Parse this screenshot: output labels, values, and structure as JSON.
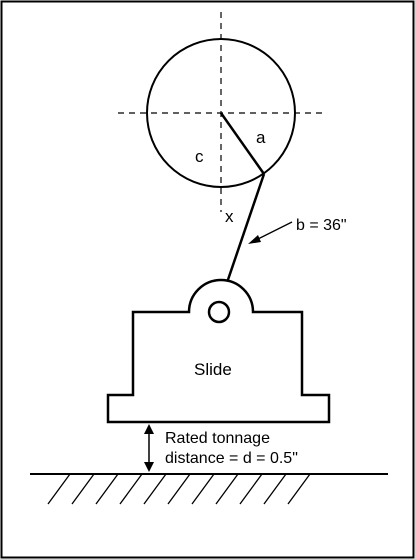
{
  "labels": {
    "a": "a",
    "c": "c",
    "x": "x",
    "b": "b = 36\"",
    "slide": "Slide",
    "rated_line1": "Rated tonnage",
    "rated_line2": "distance = d = 0.5\""
  },
  "colors": {
    "line": "#000000",
    "background": "#ffffff"
  }
}
